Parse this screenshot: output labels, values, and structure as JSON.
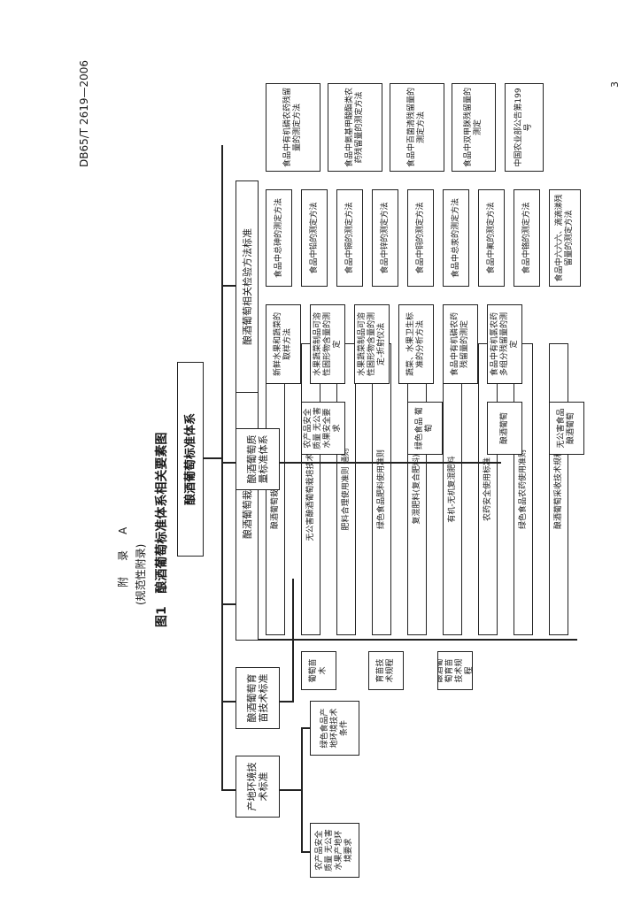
{
  "doc": {
    "code": "DB65/T 2619—2006",
    "page": "3",
    "annex": "附录A",
    "annex_type": "(规范性附录)",
    "figure_label": "图1",
    "figure_caption": "酿酒葡萄标准体系相关要素图"
  },
  "tree": {
    "root": "酿酒葡萄标准体系",
    "branches": [
      {
        "title": "产地环境技术标准",
        "items": [
          "农产品安全质量 无公害水果产地环境要求",
          "绿色食品产地环境技术条件"
        ]
      },
      {
        "title": "酿酒葡萄育苗技术标准",
        "items": [
          "葡萄苗木",
          "育苗技术规程",
          "酿酒葡萄育苗技术规程"
        ]
      },
      {
        "title": "酿酒葡萄栽培技术标准",
        "items": [
          "酿酒葡萄栽培技术规程",
          "无公害酿酒葡萄栽培技术规程",
          "肥料合理使用准则 通则",
          "绿色食品肥料使用准则",
          "复混肥料(复合肥料)",
          "有机-无机复混肥料",
          "农药安全使用标准",
          "绿色食品农药使用准则",
          "酿酒葡萄采收技术规程"
        ]
      },
      {
        "title": "酿酒葡萄质量标准体系",
        "items": [
          "农产品安全质量 无公害水果安全要求",
          "绿色食品 葡萄",
          "酿酒葡萄",
          "无公害食品 酿酒葡萄"
        ]
      },
      {
        "title": "酿酒葡萄相关检验方法标准",
        "items": [
          "新鲜水果和蔬菜的取样方法",
          "水果蔬菜制品可溶性固形物含量的测定",
          "水果蔬菜制品可溶性固形物含量的测定-折射仪法",
          "蔬菜、水果卫生标准的分析方法",
          "食品中有机磷农药残留量的测定",
          "食品中有机氯农药多组分残留量的测定",
          "食品中总砷的测定方法",
          "食品中铅的测定方法",
          "食品中镉的测定方法",
          "食品中锌的测定方法",
          "食品中铜的测定方法",
          "食品中总汞的测定方法",
          "食品中氟的测定方法",
          "食品中铬的测定方法",
          "食品中六六六、滴滴涕残留量的测定方法",
          "食品中有机磷农药残留量的测定方法",
          "食品中氨基甲酸酯类农药残留量的测定方法",
          "食品中百菌清残留量的测定方法",
          "食品中双甲脒残留量的测定",
          "中国农业部公告第199号"
        ]
      }
    ]
  }
}
